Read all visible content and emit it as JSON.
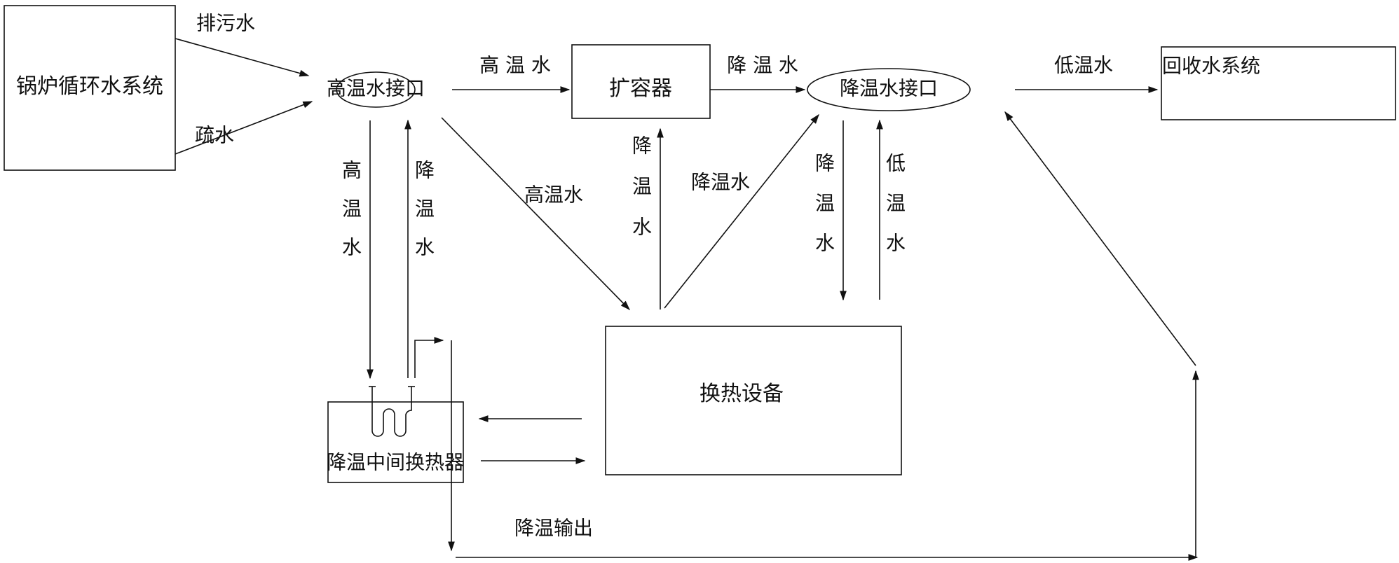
{
  "nodes": {
    "boiler": "锅炉循环水系统",
    "hot_port": "高温水接口",
    "expander": "扩容器",
    "cool_port": "降温水接口",
    "recovery": "回收水系统",
    "heat_equipment": "换热设备",
    "intermediate": "降温中间换热器"
  },
  "edges": {
    "blowdown": "排污水",
    "drain": "疏水",
    "hot_water_top": "高 温 水",
    "cool_water_top": "降 温 水",
    "low_water_top": "低温水",
    "hot_water_diag": "高温水",
    "cool_water_diag": "降温水",
    "output": "降温输出",
    "v_hot_1": "高",
    "v_hot_2": "温",
    "v_hot_3": "水",
    "v_cool_1": "降",
    "v_cool_2": "温",
    "v_cool_3": "水",
    "v_exp_1": "降",
    "v_exp_2": "温",
    "v_exp_3": "水",
    "v_cp_1": "降",
    "v_cp_2": "温",
    "v_cp_3": "水",
    "v_low_1": "低",
    "v_low_2": "温",
    "v_low_3": "水"
  },
  "colors": {
    "ink": "#111111",
    "background": "#ffffff"
  }
}
